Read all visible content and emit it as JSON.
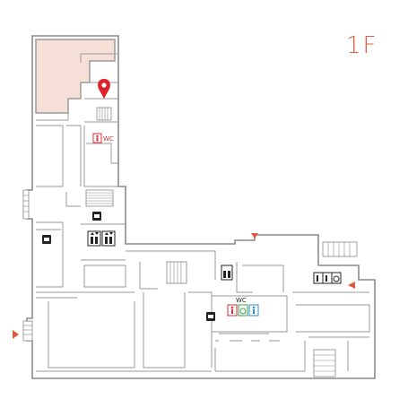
{
  "floor": {
    "label": "1F"
  },
  "wc_labels": {
    "upper": "WC",
    "lower": "WC"
  },
  "colors": {
    "accent": "#e0593a",
    "marker": "#e0202a",
    "highlight_area": "#f6dfd6",
    "wall": "#8a8a8a",
    "entrance_arrow": "#e0593a",
    "male_wc": "#d9313b",
    "accessible_wc": "#3aa14a",
    "female_wc": "#2b8fd6"
  },
  "icons": [
    "location-pin-icon",
    "restroom-icon",
    "elevator-icon",
    "vending-machine-icon",
    "accessible-restroom-icon",
    "stairs-icon",
    "entrance-arrow-icon"
  ]
}
